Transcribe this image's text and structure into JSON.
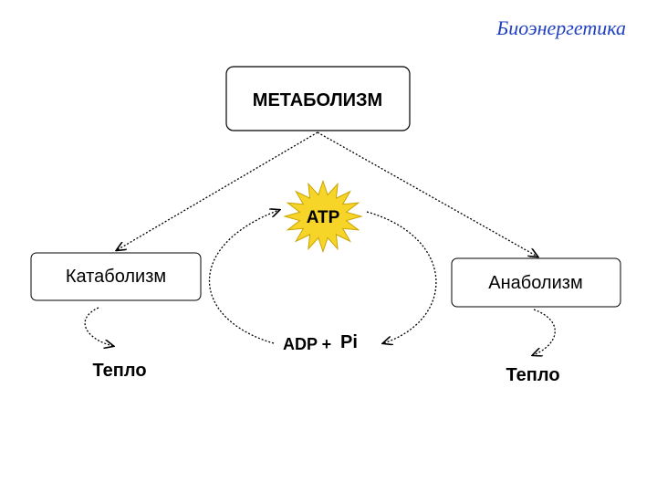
{
  "header": {
    "corner_title": "Биоэнергетика"
  },
  "nodes": {
    "metabolism": "МЕТАБОЛИЗМ",
    "catabolism": "Катаболизм",
    "anabolism": "Анаболизм",
    "atp": "ATP",
    "adp": "ADP +",
    "pi": "Pi",
    "heat_left": "Тепло",
    "heat_right": "Тепло"
  },
  "colors": {
    "atp_star": "#f7d428",
    "corner_title": "#1f3fbf"
  }
}
